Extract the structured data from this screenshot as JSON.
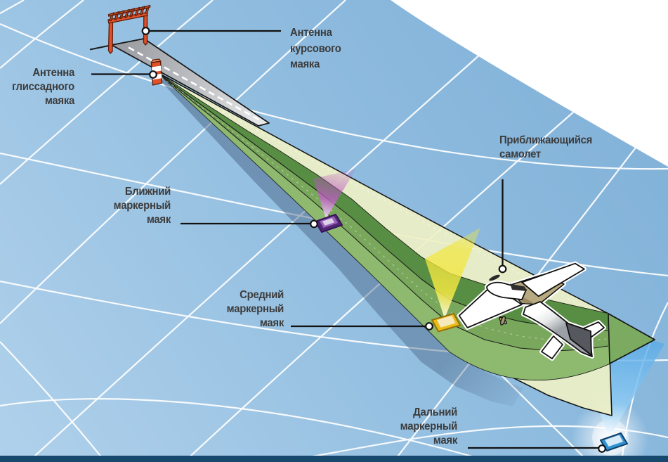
{
  "diagram": {
    "type": "illustration",
    "subject": "Instrument landing system (ILS) approach diagram",
    "language": "ru",
    "labels": {
      "localizer_antenna": {
        "text": "Антенна\nкурсового\nмаяка",
        "align": "left"
      },
      "glideslope_antenna": {
        "text": "Антенна\nглиссадного\nмаяка",
        "align": "right"
      },
      "inner_marker": {
        "text": "Ближний\nмаркерный\nмаяк",
        "align": "right"
      },
      "middle_marker": {
        "text": "Средний\nмаркерный\nмаяк",
        "align": "right"
      },
      "outer_marker": {
        "text": "Дальний\nмаркерный\nмаяк",
        "align": "right"
      },
      "approaching_aircraft": {
        "text": "Приближающийся\nсамолет",
        "align": "left"
      }
    },
    "colors": {
      "sky": "#ffffff",
      "ground_top": "#7fafd7",
      "ground_bottom": "#a9cce8",
      "grid_line": "#ffffff",
      "bottom_bar": "#17486e",
      "runway_near": "#9b9ea3",
      "runway_far": "#e9eaeb",
      "antenna_red": "#e0512a",
      "localizer_beam": "#eef0c4",
      "glideslope_beam": "#6da150",
      "inner_marker_beam": "#c45cca",
      "middle_marker_beam": "#f4e842",
      "outer_marker_beam": "#6eb9eb",
      "inner_marker_box": "#7b3f9e",
      "middle_marker_box": "#ecc22a",
      "outer_marker_box": "#2f93d6",
      "callout": "#111111",
      "label_text": "#3c3c3c",
      "aircraft_body": "#ffffff",
      "aircraft_cabin": "#b7aa80"
    }
  }
}
